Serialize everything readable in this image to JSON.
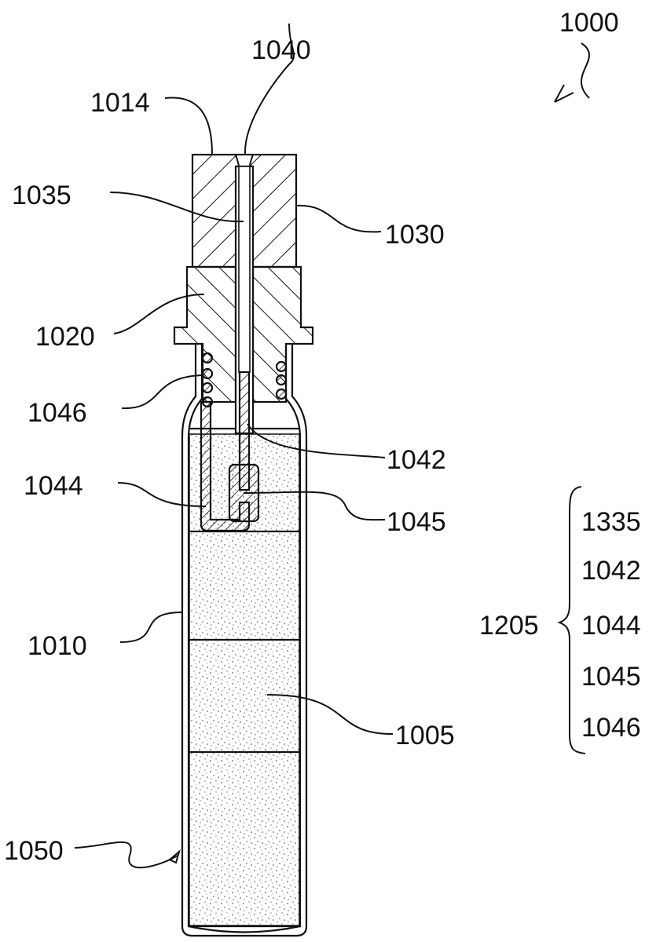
{
  "figure": {
    "reference": "1000",
    "labels": {
      "l1040": "1040",
      "l1014": "1014",
      "l1035": "1035",
      "l1030": "1030",
      "l1020": "1020",
      "l1046": "1046",
      "l1042": "1042",
      "l1044": "1044",
      "l1045": "1045",
      "l1010": "1010",
      "l1005": "1005",
      "l1050": "1050"
    },
    "group": {
      "label": "1205",
      "members": [
        "1335",
        "1042",
        "1044",
        "1045",
        "1046"
      ]
    }
  }
}
